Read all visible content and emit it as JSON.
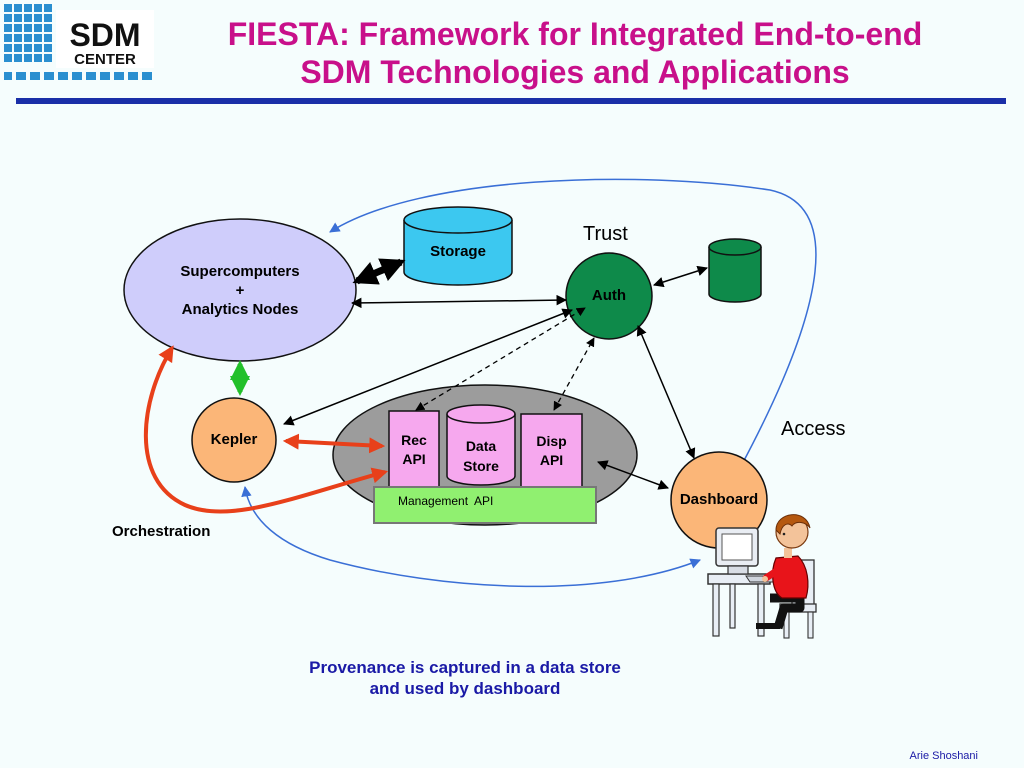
{
  "title": {
    "line1": "FIESTA: Framework for Integrated End-to-end",
    "line2": "SDM Technologies and Applications"
  },
  "logo": {
    "top": "SDM",
    "bottom": "CENTER",
    "icon": "sdm-center-logo"
  },
  "nodes": {
    "supercomputers": [
      "Supercomputers",
      "+",
      "Analytics Nodes"
    ],
    "storage": "Storage",
    "auth": "Auth",
    "kepler": "Kepler",
    "rec_api": [
      "Rec",
      "API"
    ],
    "data_store": [
      "Data",
      "Store"
    ],
    "disp_api": [
      "Disp",
      "API"
    ],
    "management_api": "Management  API",
    "dashboard": "Dashboard"
  },
  "labels": {
    "trust": "Trust",
    "access": "Access",
    "orchestration": "Orchestration"
  },
  "footer_note": {
    "line1": "Provenance is captured in a data store",
    "line2": "and used by dashboard"
  },
  "author": "Arie Shoshani",
  "colors": {
    "title": "#c8108a",
    "rule": "#1a2fa8",
    "storage": "#3cc8f0",
    "auth": "#0e8a4a",
    "kepler": "#fbb678",
    "supercomputers": "#cfcdfb",
    "pink_box": "#f6a8ee",
    "management": "#90f070",
    "orchestration_arrow": "#e8401a",
    "access_arrow": "#3a6fd6",
    "footer_text": "#1a1aa6"
  }
}
